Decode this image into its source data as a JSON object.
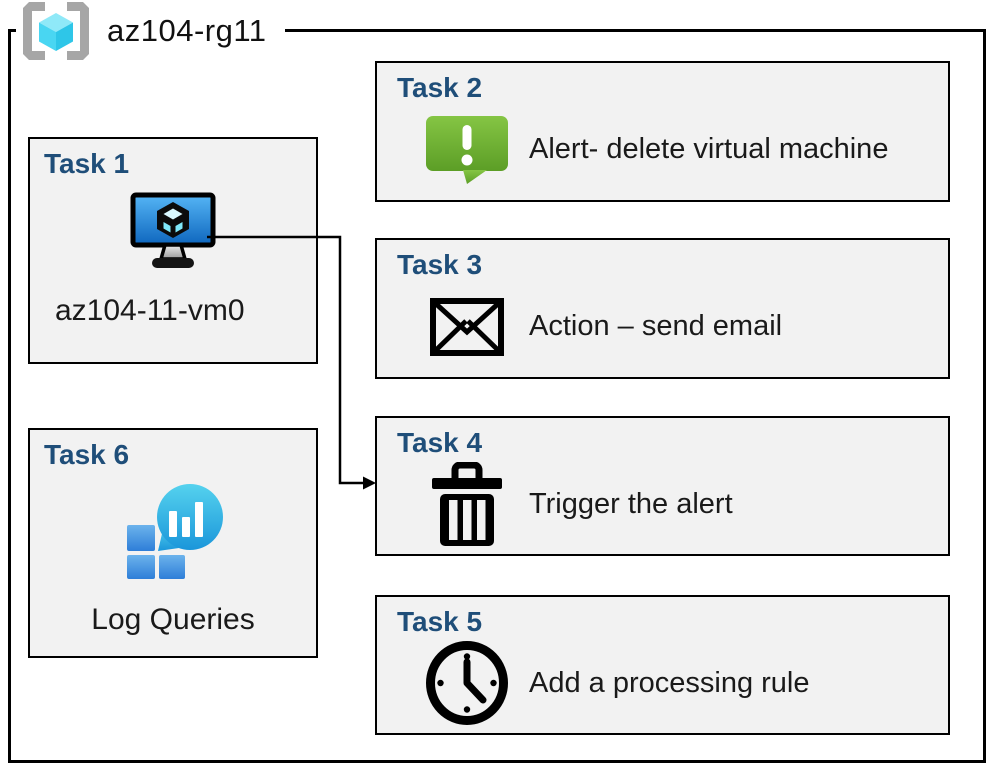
{
  "resource_group": {
    "name": "az104-rg11",
    "icon": "resource-group-icon"
  },
  "tasks": [
    {
      "header": "Task 1",
      "label": "az104-11-vm0",
      "icon": "virtual-machine-icon"
    },
    {
      "header": "Task 2",
      "label": "Alert- delete virtual machine",
      "icon": "alert-message-icon"
    },
    {
      "header": "Task 3",
      "label": "Action – send email",
      "icon": "email-envelope-icon"
    },
    {
      "header": "Task 4",
      "label": "Trigger the alert",
      "icon": "trash-delete-icon"
    },
    {
      "header": "Task 5",
      "label": "Add a processing rule",
      "icon": "clock-icon"
    },
    {
      "header": "Task 6",
      "label": "Log Queries",
      "icon": "log-queries-icon"
    }
  ],
  "connector": {
    "from": "Task 1",
    "to": "Task 4"
  },
  "colors": {
    "task_header_blue": "#1F4E79",
    "card_background": "#F2F2F2",
    "card_border": "#000000",
    "alert_green_top": "#85C544",
    "alert_green_bottom": "#5C9E26",
    "vm_screen_top": "#55B5F5",
    "vm_screen_bottom": "#0E66BE",
    "log_bubble_top": "#55D2EE",
    "log_bubble_bottom": "#1B96DA",
    "log_square_top": "#6CB3EC",
    "log_square_bottom": "#2E7ED8",
    "rg_cube_top": "#8FE9F8",
    "rg_cube_left": "#49D6F2",
    "rg_cube_right": "#2EC6E8",
    "rg_bracket_gray": "#A6A6A6"
  }
}
